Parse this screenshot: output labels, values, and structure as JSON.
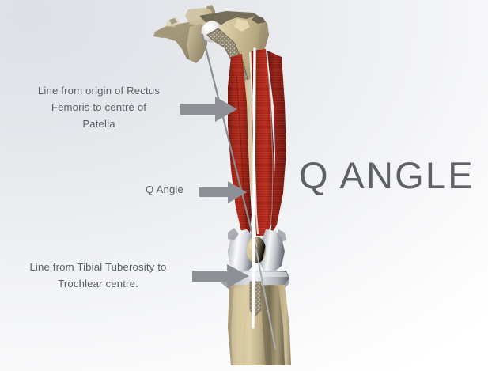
{
  "slide": {
    "title": "Q ANGLE",
    "background_top_left": "#dde0e6",
    "background_bottom_right": "#ffffff"
  },
  "labels": {
    "rectus": "Line from origin of Rectus\nFemoris to centre of\nPatella",
    "q_angle": "Q Angle",
    "tibial": "Line from Tibial Tuberosity to\nTrochlear centre."
  },
  "arrows": {
    "rectus_target": "quadriceps-rectus-femoris-line",
    "q_angle_target": "q-angle-vertex",
    "tibial_target": "tibial-tuberosity-line",
    "color": "#8d9195"
  },
  "anatomy": {
    "figure": "right-lower-limb-anterior-view-with-knee-prosthesis",
    "parts": [
      {
        "name": "pelvis",
        "color": "#b3a684"
      },
      {
        "name": "femoral-head",
        "color": "#e8e8e6"
      },
      {
        "name": "greater-trochanter",
        "color": "#cfbf97"
      },
      {
        "name": "femur-trabecular-cutaway",
        "color": "#8f8773"
      },
      {
        "name": "quadriceps-muscle",
        "color": "#8e1b11"
      },
      {
        "name": "femoral-prosthesis-condyles",
        "color": "#d8dade"
      },
      {
        "name": "patella",
        "color": "#d6c49b"
      },
      {
        "name": "tibial-tray",
        "color": "#b9bcc1"
      },
      {
        "name": "tibia",
        "color": "#bfb08a"
      }
    ],
    "lines": {
      "rectus_femoris_line": {
        "color": "#8a8d91",
        "from": "anterior-superior-iliac-spine",
        "to": "patella-centre"
      },
      "patellar_tendon_line": {
        "color": "#ffffff",
        "from": "patella-centre",
        "to": "tibial-tuberosity"
      },
      "trochlear_line": {
        "color": "#a9abae",
        "from": "patella-centre",
        "to": "lateral-tibia"
      }
    }
  },
  "colors": {
    "text": "#5b5f64",
    "title": "#5f6166",
    "muscle_red": "#8e1b11",
    "bone_tan": "#bfb08a",
    "metal": "#d8dade"
  }
}
